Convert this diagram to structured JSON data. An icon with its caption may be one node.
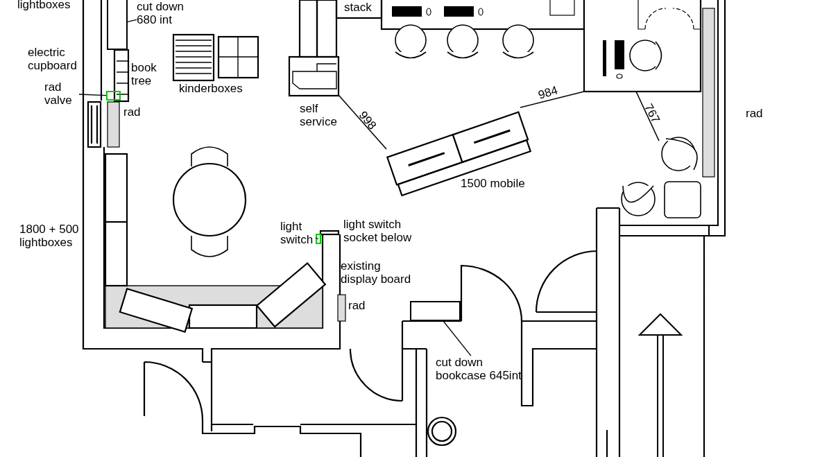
{
  "diagram": {
    "nodes": [
      {
        "text": [
          "cut down 680 int"
        ]
      },
      {
        "text": [],
        "shape": "box"
      },
      {
        "text": [
          "rad valve"
        ]
      },
      {
        "text": [],
        "shape": "box"
      },
      {
        "text": [
          "light switch"
        ]
      },
      {
        "text": [],
        "shape": "box"
      },
      {
        "text": [
          "cut down bookcase 645int"
        ]
      },
      {
        "text": [],
        "shape": "box"
      }
    ],
    "edges": [
      {
        "from": 0,
        "to": 1,
        "arrow": "none"
      },
      {
        "from": 2,
        "to": 3,
        "arrow": "none"
      },
      {
        "from": 4,
        "to": 5,
        "arrow": "none"
      },
      {
        "from": 6,
        "to": 7,
        "arrow": "none"
      }
    ],
    "labels": [
      "lightboxes",
      "stack",
      "electric cupboard",
      "book tree",
      "kinderboxes",
      "rad",
      "self service",
      "998",
      "984",
      "767",
      "rad",
      "1500 mobile",
      "1800 + 500 lightboxes",
      "light switch socket below",
      "existing display board",
      "rad"
    ]
  }
}
